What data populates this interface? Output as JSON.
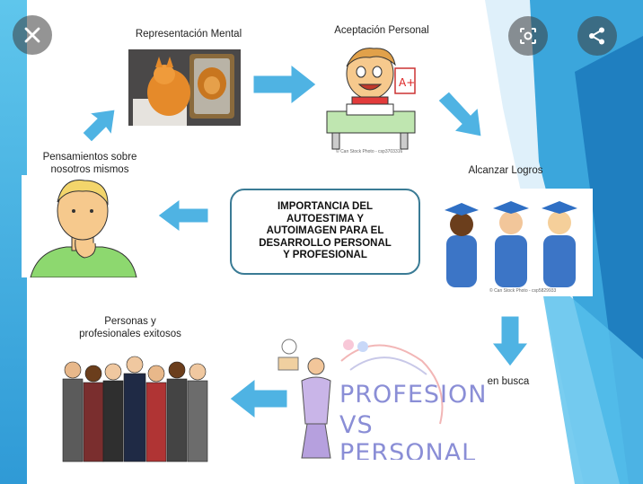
{
  "overlay": {
    "close_icon": "close-icon",
    "lens_icon": "lens-icon",
    "share_icon": "share-icon"
  },
  "labels": {
    "mental": "Representación Mental",
    "aceptacion": "Aceptación Personal",
    "logros": "Alcanzar Logros",
    "pensamientos": "Pensamientos sobre\nnosotros mismos",
    "personas": "Personas y\nprofesionales exitosos",
    "busca": "en busca"
  },
  "center": {
    "text": "IMPORTANCIA DEL\nAUTOESTIMA Y\nAUTOIMAGEN PARA EL\nDESARROLLO PERSONAL\nY PROFESIONAL"
  },
  "prof": {
    "line1": "PROFESIONAL",
    "line2": "VS PERSONAL"
  },
  "watermarks": {
    "student": "© Can Stock Photo - csp3703316",
    "graduates": "© Can Stock Photo - csp5829933"
  },
  "colors": {
    "arrow": "#4fb3e3",
    "box_border": "#3a7b95",
    "accent_blue": "#2f9ad6"
  }
}
